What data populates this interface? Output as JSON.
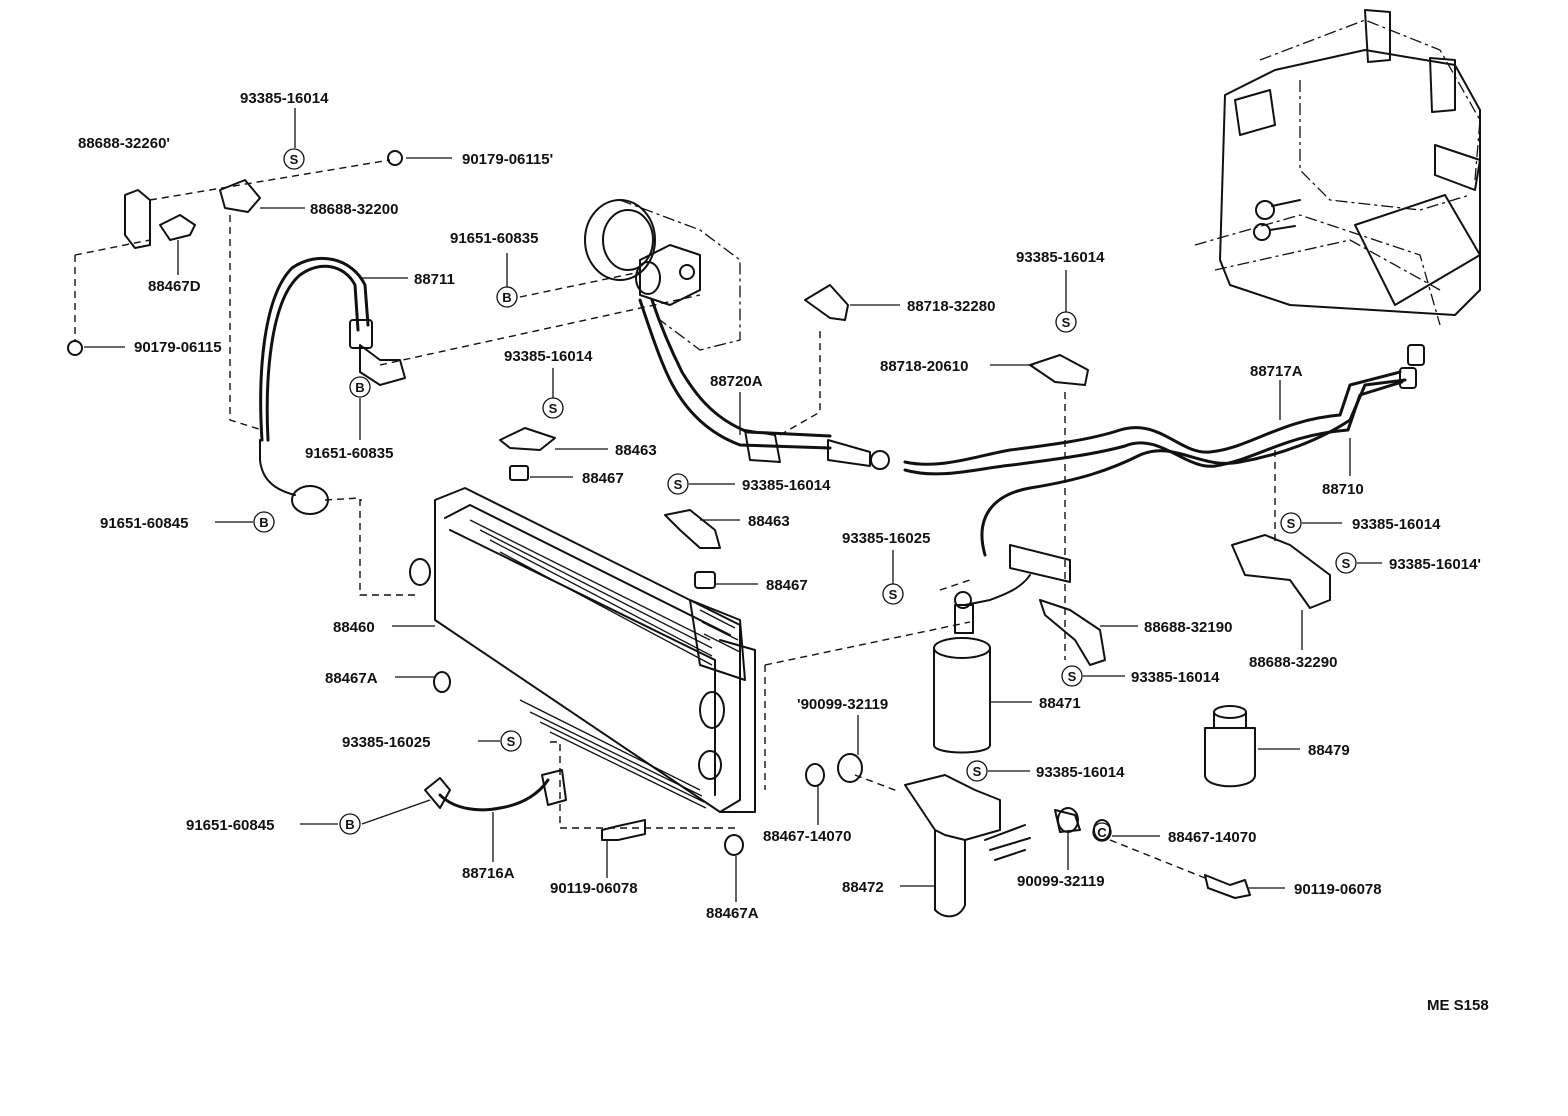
{
  "callouts": [
    {
      "id": "c1",
      "text": "93385-16014"
    },
    {
      "id": "c2",
      "text": "88688-32260'"
    },
    {
      "id": "c3",
      "text": "90179-06115'"
    },
    {
      "id": "c4",
      "text": "88688-32200"
    },
    {
      "id": "c5",
      "text": "88467D"
    },
    {
      "id": "c6",
      "text": "90179-06115"
    },
    {
      "id": "c7",
      "text": "88711"
    },
    {
      "id": "c8",
      "text": "91651-60835"
    },
    {
      "id": "c9",
      "text": "91651-60835"
    },
    {
      "id": "c10",
      "text": "93385-16014"
    },
    {
      "id": "c11",
      "text": "88463"
    },
    {
      "id": "c12",
      "text": "88467"
    },
    {
      "id": "c13",
      "text": "91651-60845"
    },
    {
      "id": "c14",
      "text": "88720A"
    },
    {
      "id": "c15",
      "text": "88718-32280"
    },
    {
      "id": "c16",
      "text": "93385-16014"
    },
    {
      "id": "c17",
      "text": "88718-20610"
    },
    {
      "id": "c18",
      "text": "88717A"
    },
    {
      "id": "c19",
      "text": "88710"
    },
    {
      "id": "c20",
      "text": "93385-16014"
    },
    {
      "id": "c21",
      "text": "88463"
    },
    {
      "id": "c22",
      "text": "88467"
    },
    {
      "id": "c23",
      "text": "93385-16025"
    },
    {
      "id": "c24",
      "text": "93385-16014"
    },
    {
      "id": "c25",
      "text": "93385-16014'"
    },
    {
      "id": "c26",
      "text": "88688-32290"
    },
    {
      "id": "c27",
      "text": "88688-32190"
    },
    {
      "id": "c28",
      "text": "93385-16014"
    },
    {
      "id": "c29",
      "text": "88460"
    },
    {
      "id": "c30",
      "text": "88467A"
    },
    {
      "id": "c31",
      "text": "88471"
    },
    {
      "id": "c32",
      "text": "'90099-32119"
    },
    {
      "id": "c33",
      "text": "93385-16025"
    },
    {
      "id": "c34",
      "text": "88479"
    },
    {
      "id": "c35",
      "text": "93385-16014"
    },
    {
      "id": "c36",
      "text": "91651-60845"
    },
    {
      "id": "c37",
      "text": "88467-14070"
    },
    {
      "id": "c38",
      "text": "88467-14070"
    },
    {
      "id": "c39",
      "text": "88716A"
    },
    {
      "id": "c40",
      "text": "90119-06078"
    },
    {
      "id": "c41",
      "text": "88472"
    },
    {
      "id": "c42",
      "text": "90099-32119"
    },
    {
      "id": "c43",
      "text": "90119-06078"
    },
    {
      "id": "c44",
      "text": "88467A"
    }
  ],
  "symbols": {
    "s": "S",
    "b": "B",
    "c": "C"
  },
  "figure_code": "ME S158"
}
